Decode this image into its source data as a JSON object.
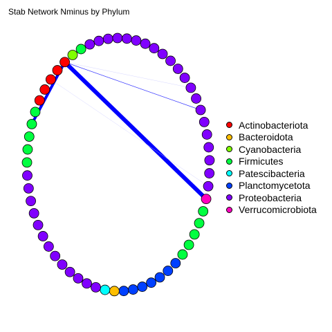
{
  "title": "Stab Network Nminus by Phylum",
  "legend": {
    "items": [
      {
        "label": "Actinobacteriota",
        "color": "#ff0000"
      },
      {
        "label": "Bacteroidota",
        "color": "#ffbf00"
      },
      {
        "label": "Cyanobacteria",
        "color": "#80ff00"
      },
      {
        "label": "Firmicutes",
        "color": "#00ff40"
      },
      {
        "label": "Patescibacteria",
        "color": "#00ffff"
      },
      {
        "label": "Planctomycetota",
        "color": "#0040ff"
      },
      {
        "label": "Proteobacteria",
        "color": "#8000ff"
      },
      {
        "label": "Verrucomicrobiota",
        "color": "#ff00bf"
      }
    ]
  },
  "nodes": [
    "Cyanobacteria",
    "Firmicutes",
    "Proteobacteria",
    "Proteobacteria",
    "Proteobacteria",
    "Proteobacteria",
    "Proteobacteria",
    "Proteobacteria",
    "Proteobacteria",
    "Proteobacteria",
    "Proteobacteria",
    "Proteobacteria",
    "Proteobacteria",
    "Proteobacteria",
    "Proteobacteria",
    "Proteobacteria",
    "Proteobacteria",
    "Proteobacteria",
    "Proteobacteria",
    "Proteobacteria",
    "Proteobacteria",
    "Proteobacteria",
    "Proteobacteria",
    "Verrucomicrobiota",
    "Firmicutes",
    "Firmicutes",
    "Firmicutes",
    "Firmicutes",
    "Firmicutes",
    "Planctomycetota",
    "Planctomycetota",
    "Planctomycetota",
    "Planctomycetota",
    "Planctomycetota",
    "Planctomycetota",
    "Planctomycetota",
    "Bacteroidota",
    "Patescibacteria",
    "Proteobacteria",
    "Proteobacteria",
    "Proteobacteria",
    "Proteobacteria",
    "Proteobacteria",
    "Proteobacteria",
    "Proteobacteria",
    "Proteobacteria",
    "Proteobacteria",
    "Proteobacteria",
    "Proteobacteria",
    "Proteobacteria",
    "Proteobacteria",
    "Firmicutes",
    "Firmicutes",
    "Firmicutes",
    "Firmicutes",
    "Firmicutes",
    "Actinobacteriota",
    "Actinobacteriota",
    "Actinobacteriota",
    "Actinobacteriota",
    "Actinobacteriota"
  ],
  "edges": [
    {
      "from": 60,
      "to": 23,
      "weight": 6,
      "color": "#0000ff"
    },
    {
      "from": 60,
      "to": 54,
      "weight": 4,
      "color": "#0000ff"
    },
    {
      "from": 60,
      "to": 16,
      "weight": 0.7,
      "color": "#3333ff"
    },
    {
      "from": 60,
      "to": 14,
      "weight": 0.4,
      "color": "#ccccff"
    },
    {
      "from": 58,
      "to": 22,
      "weight": 0.4,
      "color": "#ccccff"
    },
    {
      "from": 49,
      "to": 51,
      "weight": 0.3,
      "color": "#dddddd"
    }
  ]
}
